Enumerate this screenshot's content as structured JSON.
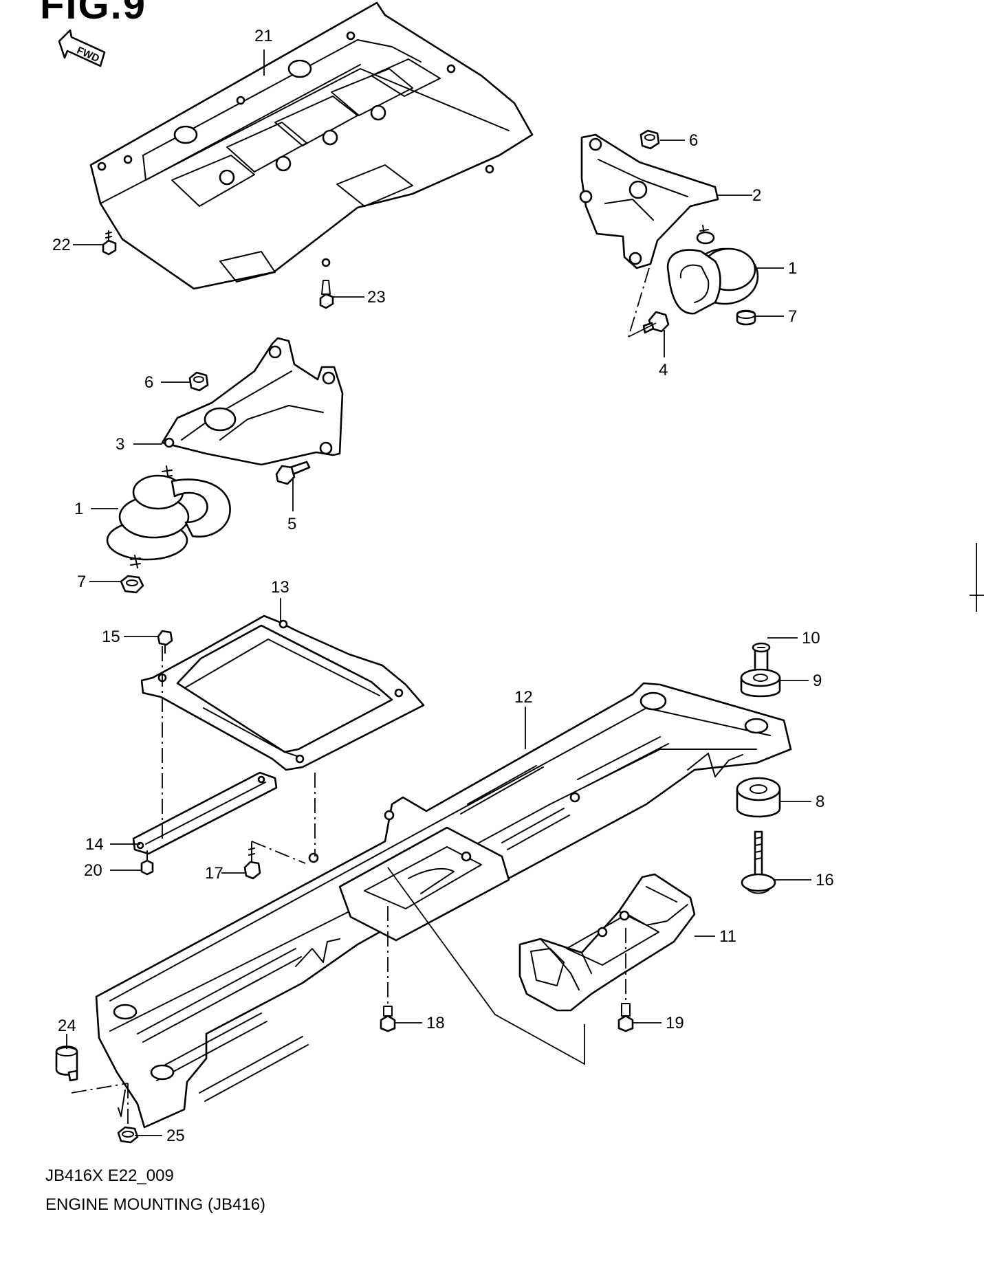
{
  "heading": "FIG.9",
  "fwd_label": "FWD",
  "diagram_code": "JB416X E22_009",
  "diagram_title": "ENGINE MOUNTING (JB416)",
  "callouts": {
    "c21": "21",
    "c6a": "6",
    "c2": "2",
    "c1a": "1",
    "c7a": "7",
    "c4": "4",
    "c22": "22",
    "c23": "23",
    "c6b": "6",
    "c3": "3",
    "c1b": "1",
    "c5": "5",
    "c7b": "7",
    "c13": "13",
    "c15": "15",
    "c10": "10",
    "c9": "9",
    "c12": "12",
    "c8": "8",
    "c16": "16",
    "c14": "14",
    "c20": "20",
    "c17": "17",
    "c11": "11",
    "c24": "24",
    "c18": "18",
    "c19": "19",
    "c25": "25"
  }
}
